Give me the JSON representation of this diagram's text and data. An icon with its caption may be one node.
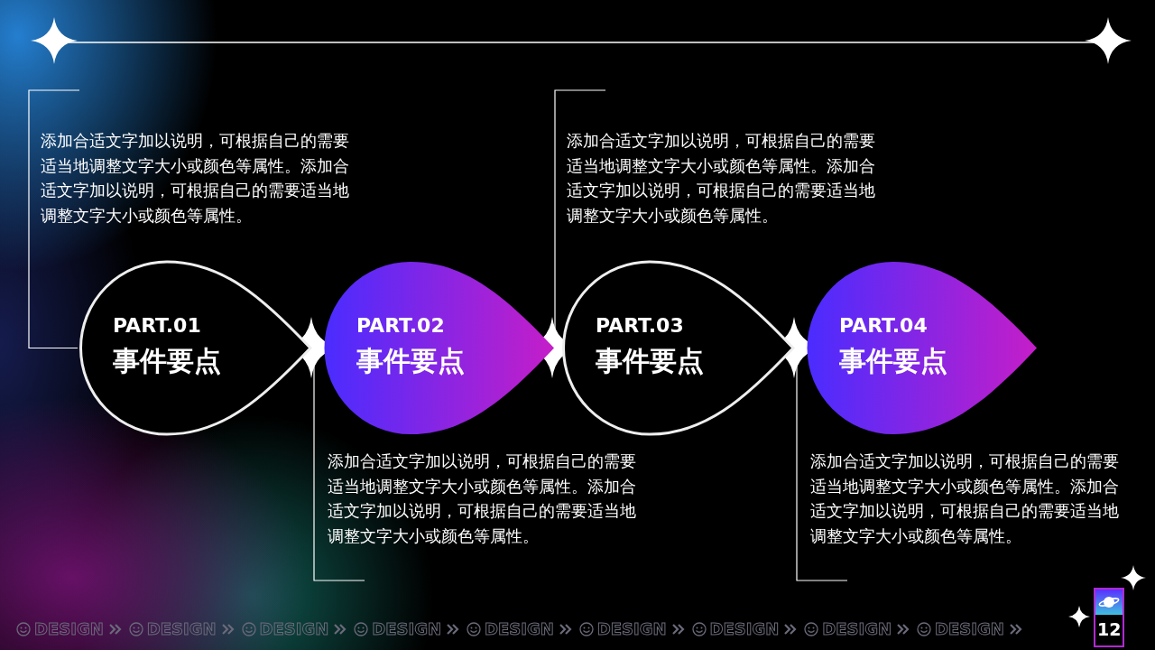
{
  "diagram": {
    "nodes": [
      {
        "text": [
          "添加合适文字加以说明，可根据自己的需要适当地调整文字大小或颜色等属性。添加合适文字加以说明，可根据自己的需要适当地调整文字大小或颜色等属性。"
        ]
      },
      {
        "text": [
          "添加合适文字加以说明，可根据自己的需要适当地调整文字大小或颜色等属性。添加合适文字加以说明，可根据自己的需要适当地调整文字大小或颜色等属性。"
        ]
      },
      {
        "text": [
          "PART.01",
          "事件要点"
        ]
      },
      {
        "text": [
          "PART.02",
          "事件要点"
        ]
      },
      {
        "text": [
          "PART.03",
          "事件要点"
        ]
      },
      {
        "text": [
          "PART.04",
          "事件要点"
        ]
      },
      {
        "text": [
          "添加合适文字加以说明，可根据自己的需要适当地调整文字大小或颜色等属性。添加合适文字加以说明，可根据自己的需要适当地调整文字大小或颜色等属性。"
        ]
      },
      {
        "text": [
          "添加合适文字加以说明，可根据自己的需要适当地调整文字大小或颜色等属性。添加合适文字加以说明，可根据自己的需要适当地调整文字大小或颜色等属性。"
        ]
      }
    ],
    "edges": [
      {
        "from": 0,
        "to": 2,
        "arrow": "none"
      },
      {
        "from": 6,
        "to": 3,
        "arrow": "none"
      },
      {
        "from": 1,
        "to": 4,
        "arrow": "none"
      },
      {
        "from": 7,
        "to": 5,
        "arrow": "none"
      }
    ],
    "labels": [
      "DESIGN",
      "DESIGN",
      "DESIGN",
      "DESIGN",
      "DESIGN",
      "DESIGN",
      "DESIGN",
      "DESIGN",
      "DESIGN",
      "12"
    ]
  }
}
